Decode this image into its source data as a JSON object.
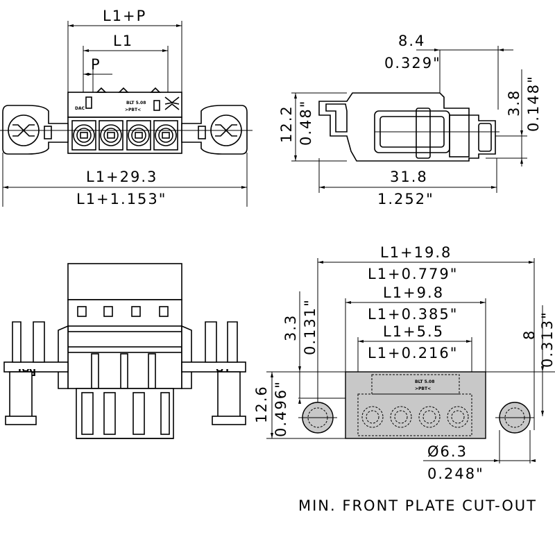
{
  "views": {
    "front": {
      "dim_l1p": "L1+P",
      "dim_l1": "L1",
      "dim_p": "P",
      "dim_total_mm": "L1+29.3",
      "dim_total_in": "L1+1.153\"",
      "label_left": "DAC",
      "label_brand": "BLT 5.08",
      "label_material": ">PBT<"
    },
    "side": {
      "dim_width_mm": "8.4",
      "dim_width_in": "0.329\"",
      "dim_height_mm": "12.2",
      "dim_height_in": "0.48\"",
      "dim_offset_mm": "3.8",
      "dim_offset_in": "0.148\"",
      "dim_length_mm": "31.8",
      "dim_length_in": "1.252\""
    },
    "bottom": {
      "label_left": "RAY",
      "label_right": "PA"
    },
    "cutout": {
      "dim_a_mm": "L1+19.8",
      "dim_a_in": "L1+0.779\"",
      "dim_b_mm": "L1+9.8",
      "dim_b_in": "L1+0.385\"",
      "dim_c_mm": "L1+5.5",
      "dim_c_in": "L1+0.216\"",
      "dim_top_mm": "3.3",
      "dim_top_in": "0.131\"",
      "dim_right_mm": "8",
      "dim_right_in": "0.313\"",
      "dim_height_mm": "12.6",
      "dim_height_in": "0.496\"",
      "dim_hole_mm": "Ø6.3",
      "dim_hole_in": "0.248\"",
      "label_brand": "BLT 5.08",
      "label_material": ">PBT<",
      "caption": "MIN. FRONT PLATE CUT-OUT"
    }
  }
}
